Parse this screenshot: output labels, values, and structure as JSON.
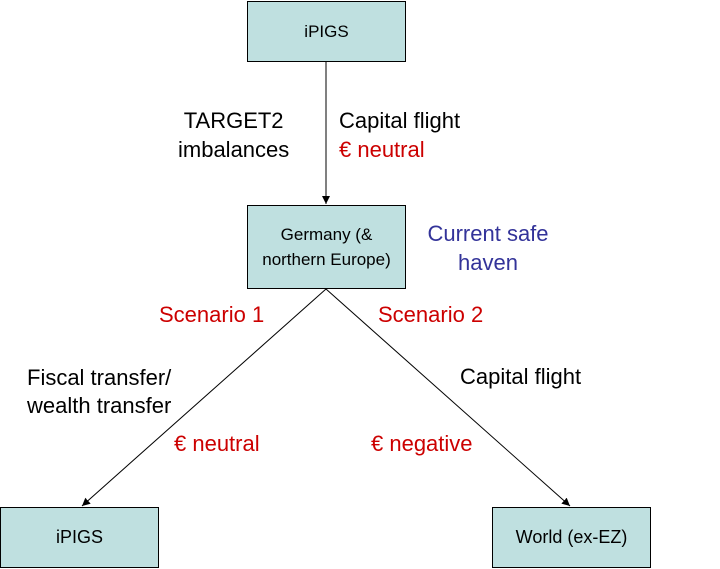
{
  "nodes": {
    "top": {
      "label": "iPIGS"
    },
    "middle": {
      "label": "Germany (& northern Europe)"
    },
    "left": {
      "label": "iPIGS"
    },
    "right": {
      "label": "World (ex-EZ)"
    }
  },
  "labels": {
    "target2_line1": "TARGET2",
    "target2_line2": "imbalances",
    "capital_flight_top": "Capital flight",
    "euro_neutral_top": "€ neutral",
    "safe_haven_line1": "Current safe",
    "safe_haven_line2": "haven",
    "scenario1": "Scenario 1",
    "scenario2": "Scenario 2",
    "fiscal_line1": "Fiscal transfer/",
    "fiscal_line2": "wealth transfer",
    "euro_neutral_left": "€ neutral",
    "capital_flight_right": "Capital flight",
    "euro_negative": "€ negative"
  },
  "colors": {
    "box_fill": "#bfe0e0",
    "red": "#cc0000",
    "blue": "#333399"
  }
}
